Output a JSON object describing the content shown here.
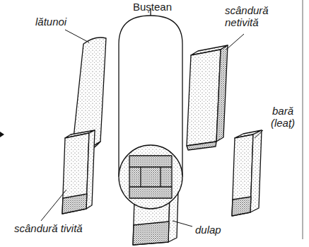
{
  "diagram": {
    "labels": [
      "Buștean",
      "lătunoi",
      "scândură netivită",
      "bară (leaț)",
      "scândură tivită",
      "dulap"
    ]
  }
}
